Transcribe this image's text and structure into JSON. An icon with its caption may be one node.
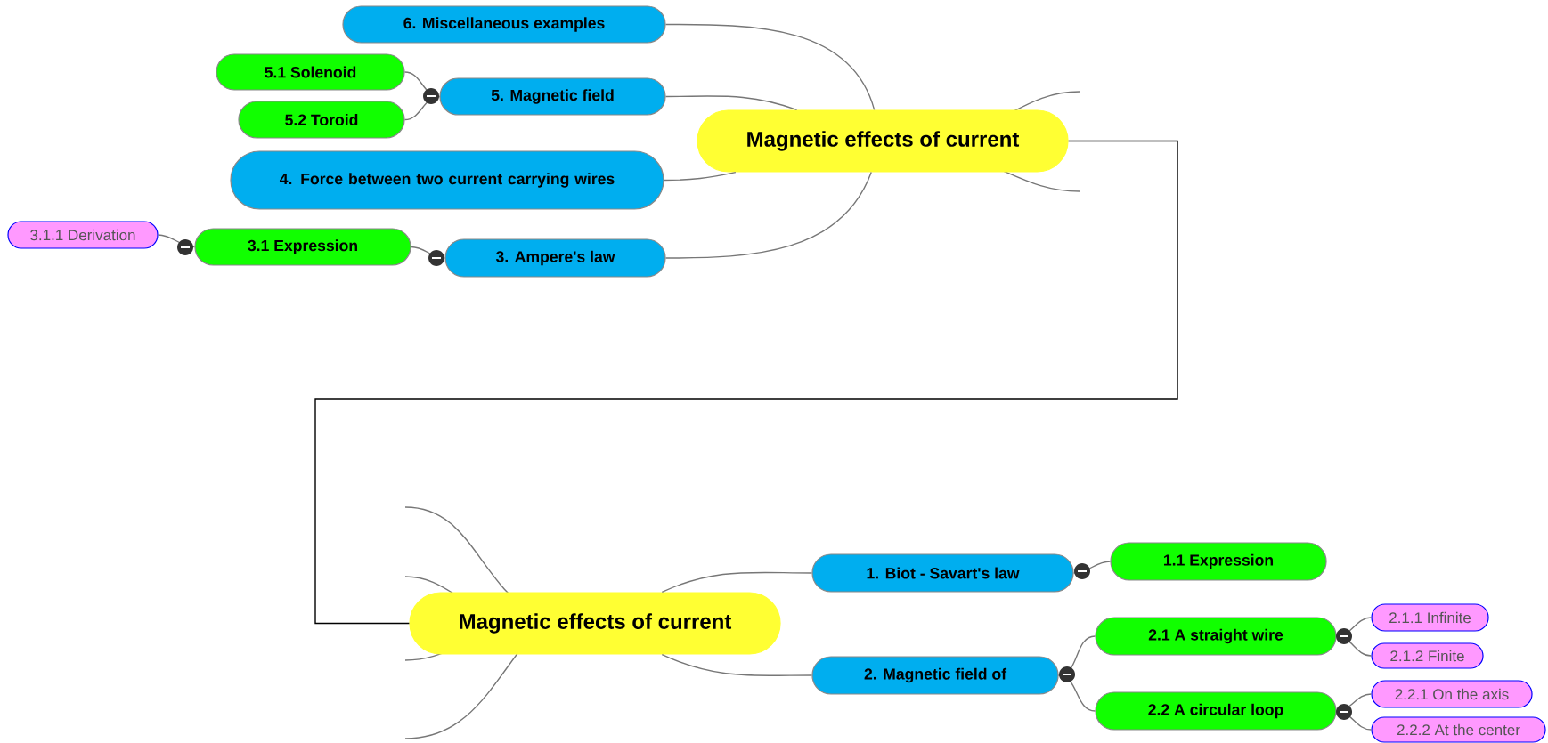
{
  "diagram": {
    "nodes": [
      {
        "text": [
          "Magnetic effects of current"
        ]
      },
      {
        "text": [
          "6. Miscellaneous examples"
        ]
      },
      {
        "text": [
          "5.1 Solenoid"
        ]
      },
      {
        "text": [
          "5. Magnetic field"
        ]
      },
      {
        "text": [
          "5.2 Toroid"
        ]
      },
      {
        "text": [
          "4. Force between two current carrying wires"
        ]
      },
      {
        "text": [
          "3.1.1 Derivation"
        ]
      },
      {
        "text": [
          "3.1 Expression"
        ]
      },
      {
        "text": [
          "3. Ampere's law"
        ]
      },
      {
        "text": [
          "Magnetic effects of current"
        ]
      },
      {
        "text": [
          "1. Biot - Savart's law"
        ]
      },
      {
        "text": [
          "1.1 Expression"
        ]
      },
      {
        "text": [
          "2. Magnetic field of"
        ]
      },
      {
        "text": [
          "2.1 A straight wire"
        ]
      },
      {
        "text": [
          "2.1.1 Infinite"
        ]
      },
      {
        "text": [
          "2.1.2 Finite"
        ]
      },
      {
        "text": [
          "2.2 A circular loop"
        ]
      },
      {
        "text": [
          "2.2.1 On the axis"
        ]
      },
      {
        "text": [
          "2.2.2 At the center"
        ]
      }
    ],
    "edges": [
      {
        "from": 0,
        "to": 1,
        "arrow": "none"
      },
      {
        "from": 0,
        "to": 3,
        "arrow": "none"
      },
      {
        "from": 0,
        "to": 5,
        "arrow": "none"
      },
      {
        "from": 0,
        "to": 8,
        "arrow": "none"
      },
      {
        "from": 3,
        "to": 2,
        "arrow": "none"
      },
      {
        "from": 3,
        "to": 4,
        "arrow": "none"
      },
      {
        "from": 8,
        "to": 7,
        "arrow": "none"
      },
      {
        "from": 7,
        "to": 6,
        "arrow": "none"
      },
      {
        "from": 0,
        "to": 9,
        "arrow": "none",
        "color": "#000000"
      },
      {
        "from": 9,
        "to": 10,
        "arrow": "none"
      },
      {
        "from": 9,
        "to": 12,
        "arrow": "none"
      },
      {
        "from": 10,
        "to": 11,
        "arrow": "none"
      },
      {
        "from": 12,
        "to": 13,
        "arrow": "none"
      },
      {
        "from": 12,
        "to": 16,
        "arrow": "none"
      },
      {
        "from": 13,
        "to": 14,
        "arrow": "none"
      },
      {
        "from": 13,
        "to": 15,
        "arrow": "none"
      },
      {
        "from": 16,
        "to": 17,
        "arrow": "none"
      },
      {
        "from": 16,
        "to": 18,
        "arrow": "none"
      }
    ]
  }
}
